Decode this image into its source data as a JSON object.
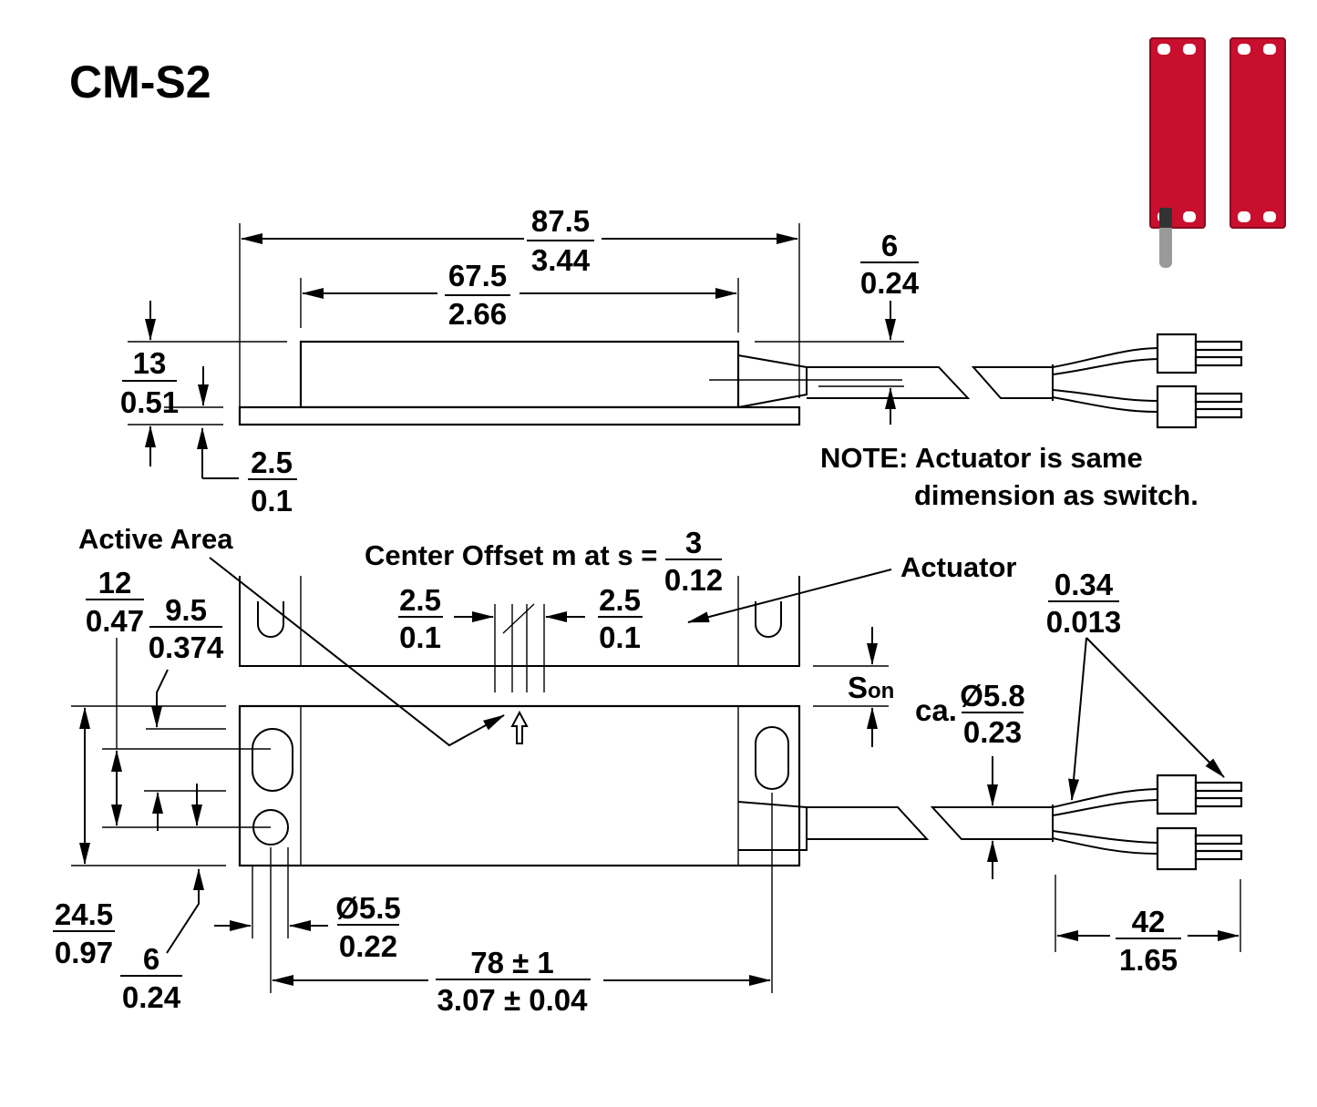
{
  "title": "CM-S2",
  "top_view": {
    "length_mm": "87.5",
    "length_in": "3.44",
    "body_mm": "67.5",
    "body_in": "2.66",
    "cable_mm": "6",
    "cable_in": "0.24",
    "height_mm": "13",
    "height_in": "0.51",
    "base_mm": "2.5",
    "base_in": "0.1"
  },
  "note": {
    "line1": "NOTE: Actuator is same",
    "line2": "dimension as switch."
  },
  "bottom_view": {
    "active_area_label": "Active Area",
    "center_offset_label": "Center Offset m at s =",
    "offset_mm": "3",
    "offset_in": "0.12",
    "left_tol_mm": "2.5",
    "left_tol_in": "0.1",
    "right_tol_mm": "2.5",
    "right_tol_in": "0.1",
    "actuator_label": "Actuator",
    "s_on_main": "S",
    "s_on_sub": "on",
    "hole_pitch_mm": "12",
    "hole_pitch_in": "0.47",
    "slot_mm": "9.5",
    "slot_in": "0.374",
    "width_mm": "24.5",
    "width_in": "0.97",
    "edge_mm": "6",
    "edge_in": "0.24",
    "hole_dia_mm": "Ø5.5",
    "hole_dia_in": "0.22",
    "mount_mm": "78 ± 1",
    "mount_in": "3.07 ± 0.04",
    "cable_prefix": "ca.",
    "cable_dia_mm": "Ø5.8",
    "cable_dia_in": "0.23",
    "wire_mm": "0.34",
    "wire_in": "0.013",
    "lead_mm": "42",
    "lead_in": "1.65"
  },
  "product_photo": {
    "switch_color": "#c8102e",
    "actuator_color": "#c8102e",
    "cable_color": "#9a9a9a"
  }
}
